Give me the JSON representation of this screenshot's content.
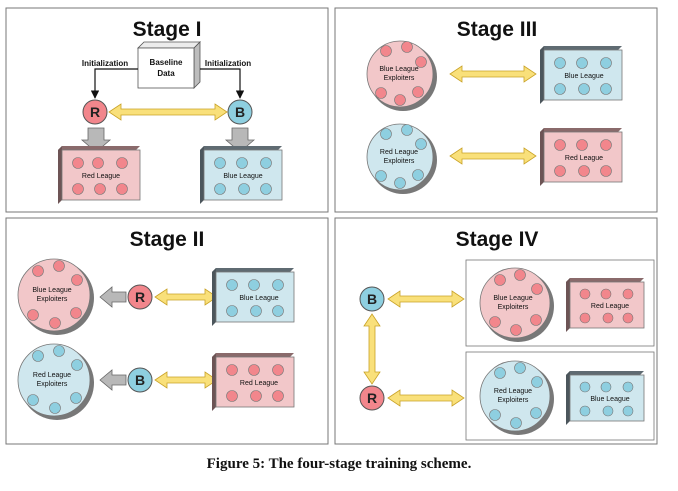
{
  "stages": [
    {
      "id": "stage-1",
      "title": "Stage I"
    },
    {
      "id": "stage-2",
      "title": "Stage II"
    },
    {
      "id": "stage-3",
      "title": "Stage III"
    },
    {
      "id": "stage-4",
      "title": "Stage IV"
    }
  ],
  "labels": {
    "initialization": "Initialization",
    "baseline_data_1": "Baseline",
    "baseline_data_2": "Data",
    "red_league": "Red League",
    "blue_league": "Blue League",
    "blue_exploiters_1": "Blue League",
    "blue_exploiters_2": "Exploiters",
    "red_exploiters_1": "Red League",
    "red_exploiters_2": "Exploiters",
    "agent_r": "R",
    "agent_b": "B"
  },
  "colors": {
    "red_fill": "#f2c7c9",
    "red_dot": "#f2868c",
    "blue_fill": "#cfe7ee",
    "blue_dot": "#8ecfe0",
    "arrow_fill": "#f9e07a",
    "arrow_stroke": "#c9a227",
    "panel_border": "#777777"
  },
  "caption": "Figure 5: The four-stage training scheme."
}
